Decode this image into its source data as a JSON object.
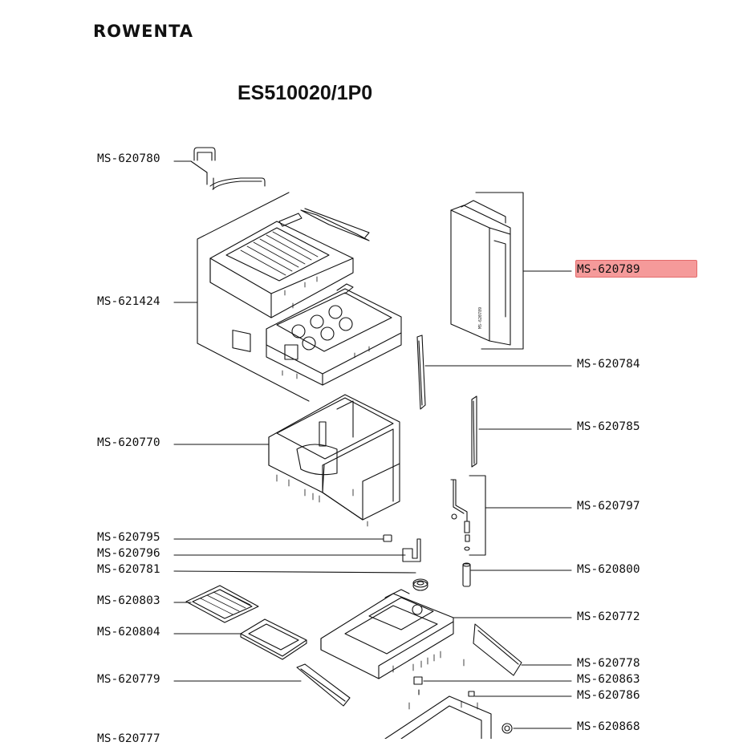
{
  "header": {
    "brand": "ROWENTA",
    "model": "ES510020/1P0"
  },
  "highlight": {
    "part": "MS-620789",
    "color": "#f59a9a"
  },
  "left_labels": [
    "MS-620780",
    "MS-621424",
    "MS-620770",
    "MS-620795",
    "MS-620796",
    "MS-620781",
    "MS-620803",
    "MS-620804",
    "MS-620779",
    "MS-620777"
  ],
  "right_labels": [
    "MS-620789",
    "MS-620784",
    "MS-620785",
    "MS-620797",
    "MS-620800",
    "MS-620772",
    "MS-620778",
    "MS-620863",
    "MS-620786",
    "MS-620868"
  ],
  "spine_text": "MS-620789"
}
